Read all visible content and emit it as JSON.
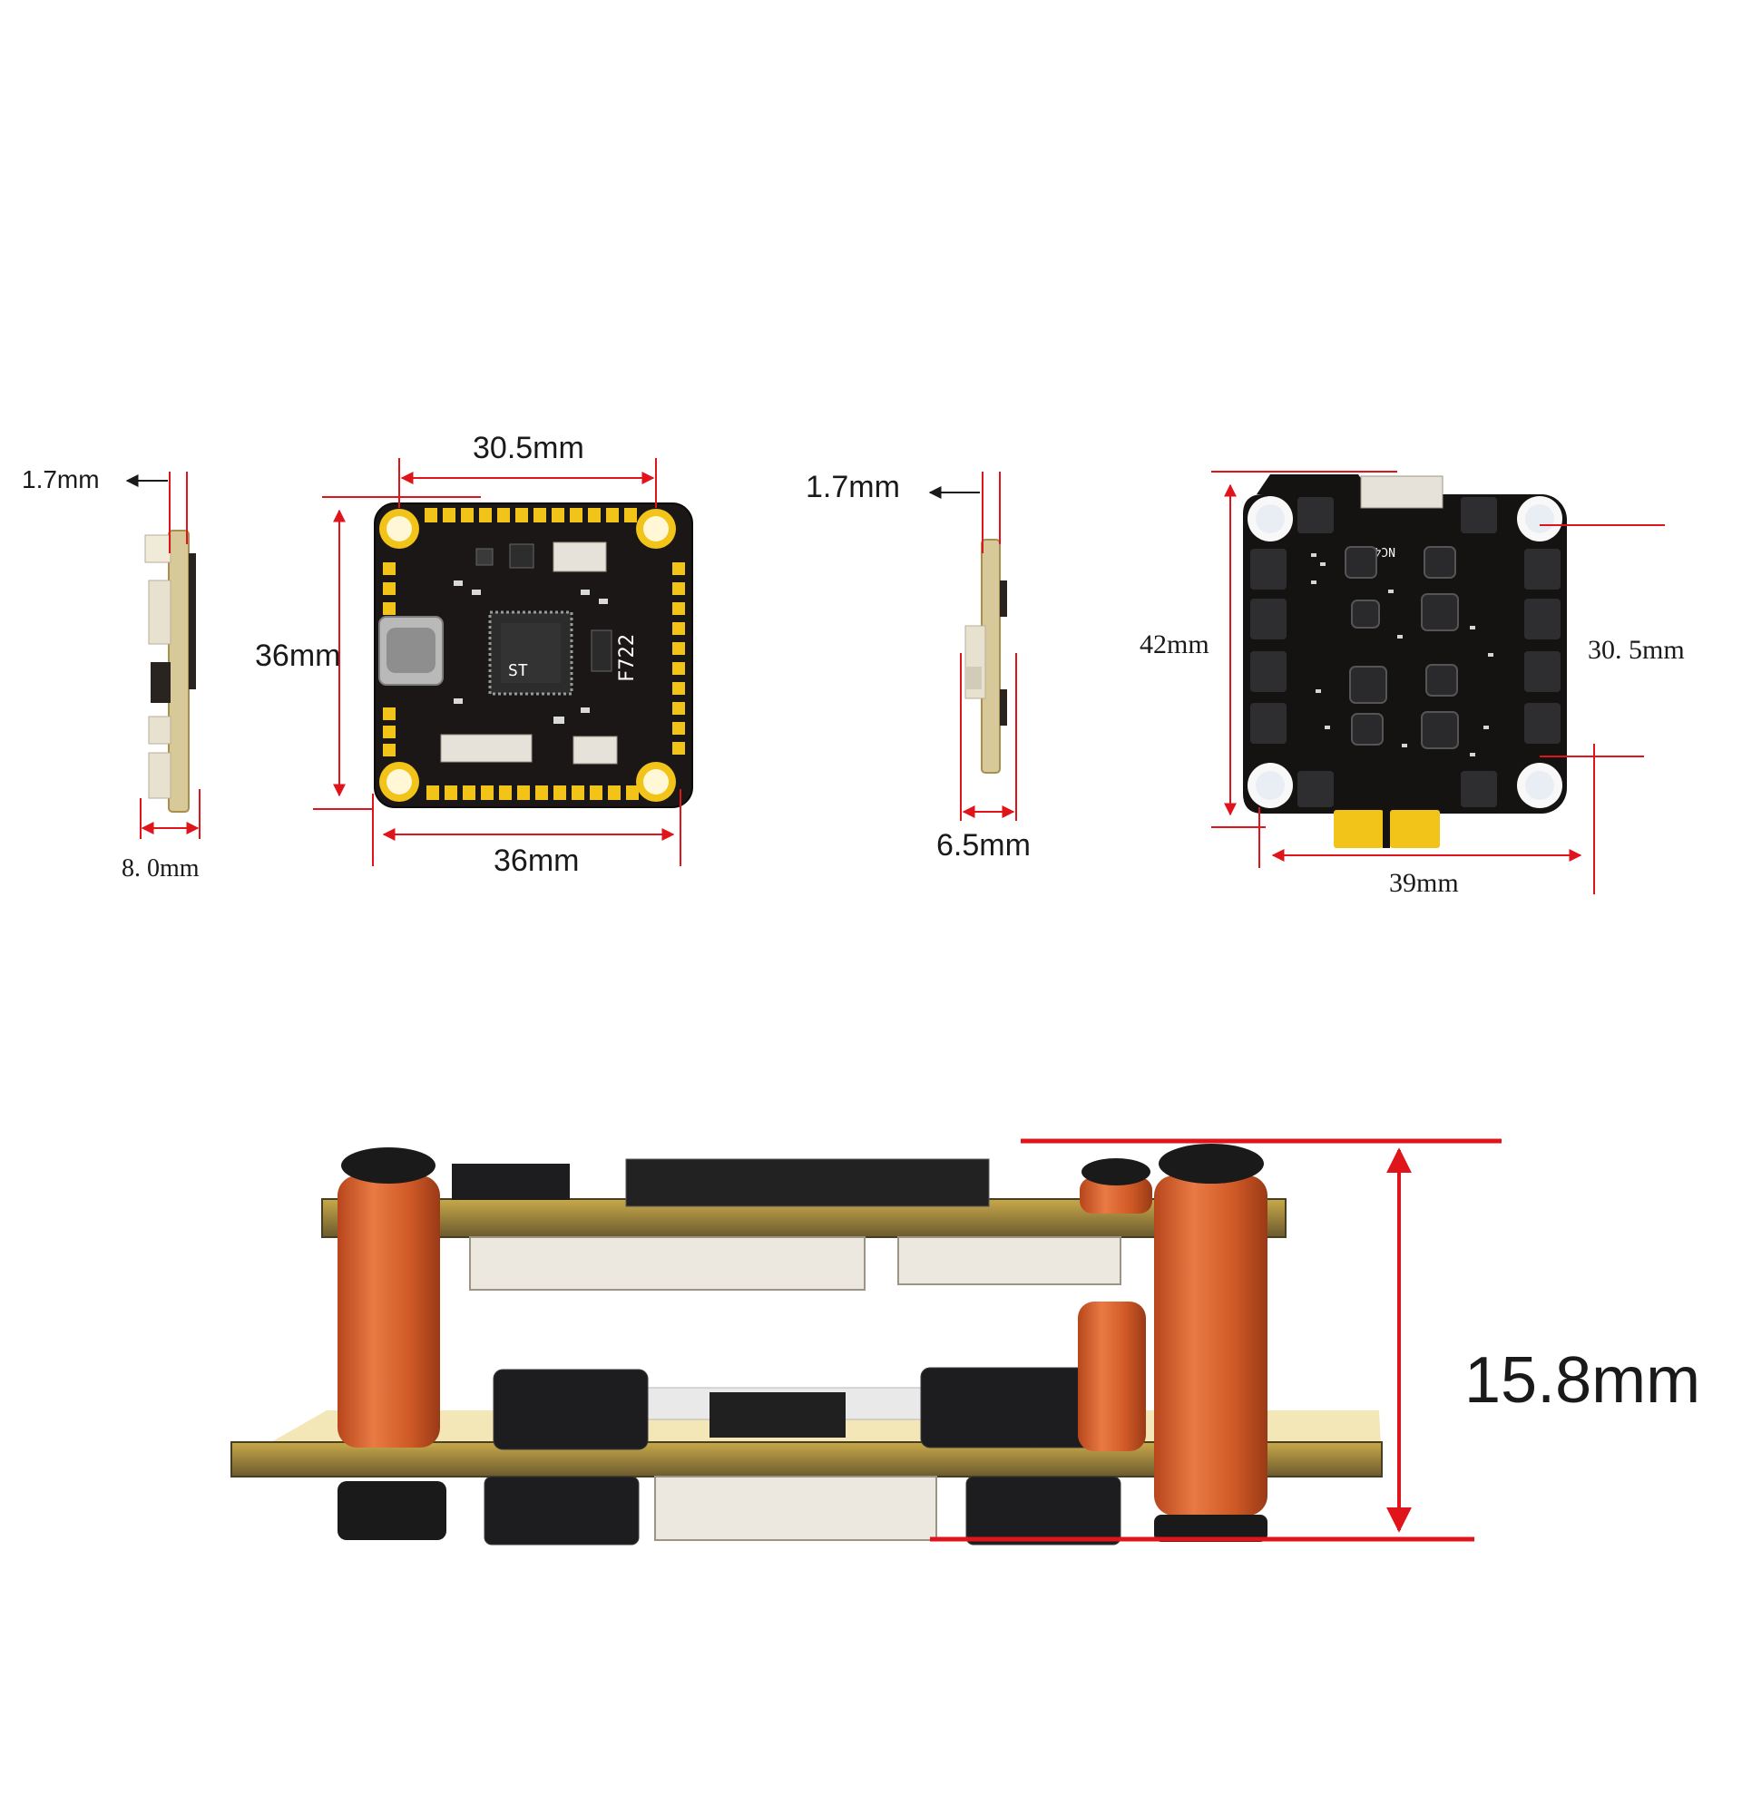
{
  "dimensions": {
    "fc_side_thickness": "1.7mm",
    "fc_side_width": "8. 0mm",
    "fc_hole_spacing": "30.5mm",
    "fc_height": "36mm",
    "fc_width": "36mm",
    "esc_side_thickness": "1.7mm",
    "esc_side_width": "6.5mm",
    "esc_height": "42mm",
    "esc_hole_spacing": "30. 5mm",
    "esc_width": "39mm",
    "stack_height": "15.8mm"
  },
  "board_text": {
    "fc_model": "F722",
    "esc_label": "NC4321",
    "st_logo": "ST"
  },
  "colors": {
    "dimension_line": "#e0141b",
    "pcb_black": "#1b1716",
    "gold_pad": "#f2c318",
    "pcb_edge": "#6b5a2e",
    "standoff": "#d9622b",
    "connector": "#e6e2da"
  }
}
